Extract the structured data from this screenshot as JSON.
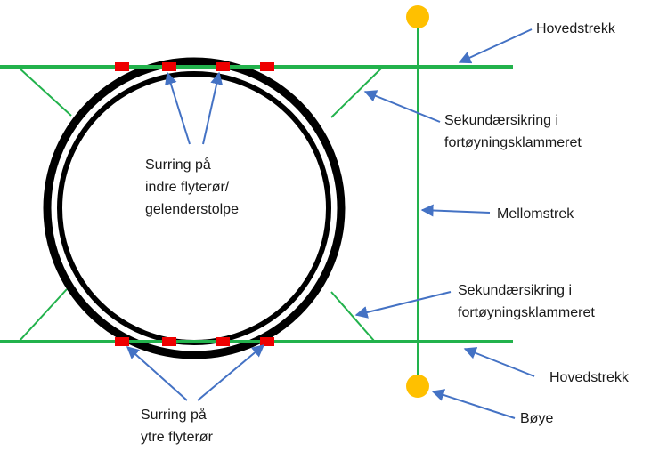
{
  "labels": {
    "hovedstrekk_top": "Hovedstrekk",
    "sekundaer_top_1": "Sekundærsikring i",
    "sekundaer_top_2": "fortøyningsklammeret",
    "mellomstrek": "Mellomstrek",
    "sekundaer_bottom_1": "Sekundærsikring i",
    "sekundaer_bottom_2": "fortøyningsklammeret",
    "hovedstrekk_bottom": "Hovedstrekk",
    "boye": "Bøye",
    "surring_indre_1": "Surring på",
    "surring_indre_2": "indre flyterør/",
    "surring_indre_3": "gelenderstolpe",
    "surring_ytre_1": "Surring på",
    "surring_ytre_2": "ytre flyterør"
  },
  "colors": {
    "rope": "#22b24c",
    "ring": "#000000",
    "lashing": "#ee0000",
    "buoy": "#ffc000",
    "arrow": "#4472c4"
  }
}
